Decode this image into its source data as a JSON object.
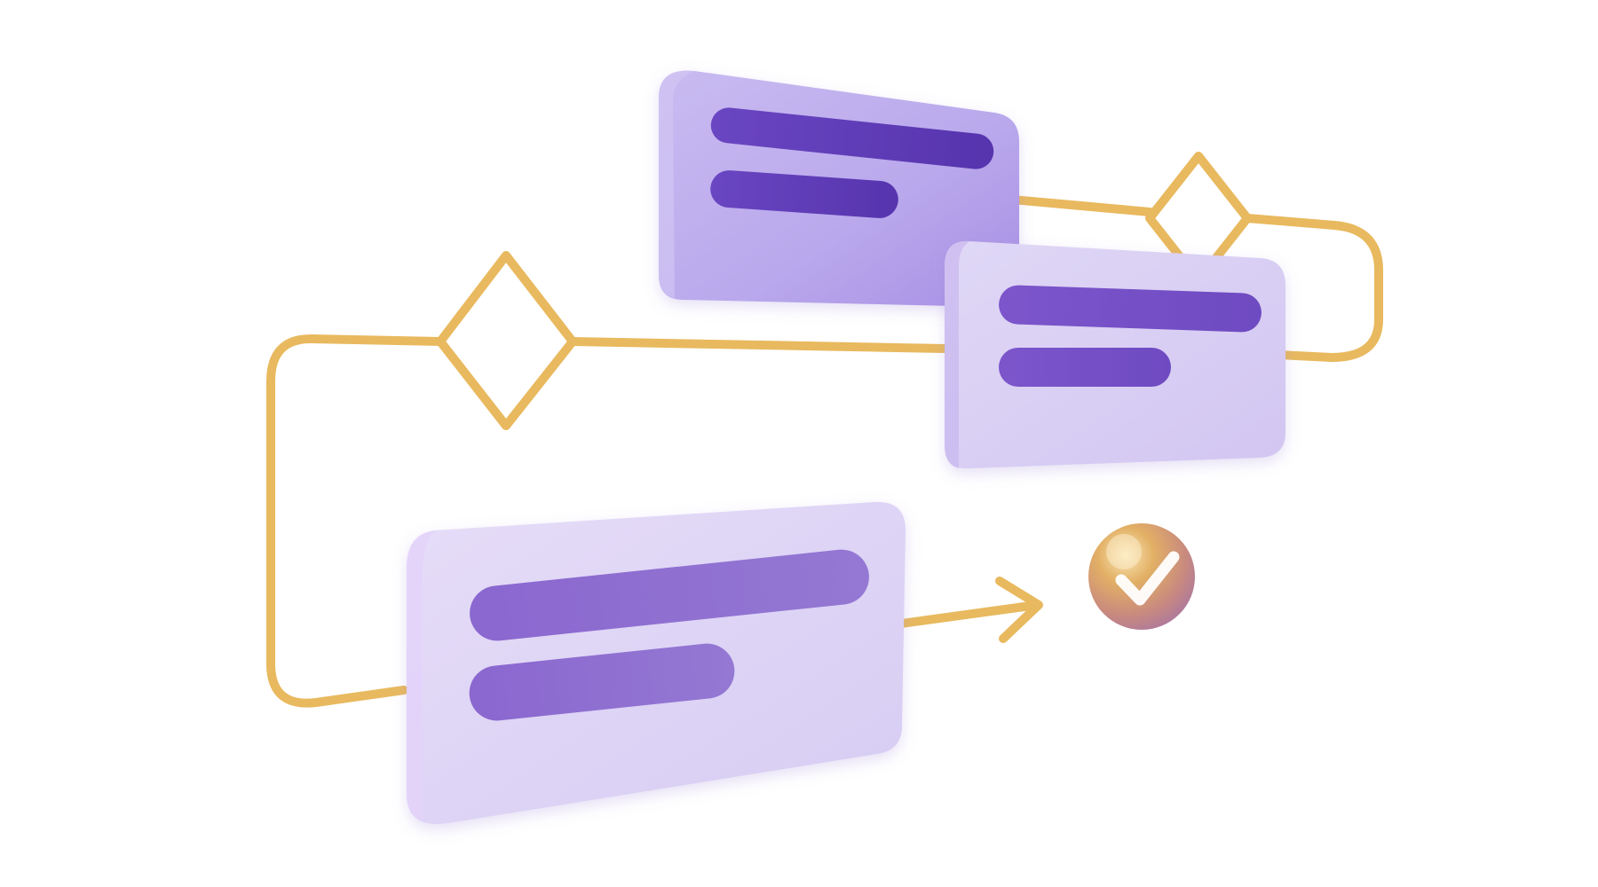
{
  "diagram": {
    "kind": "flowchart-illustration",
    "colors": {
      "background": "#ffffff",
      "connector": "#E8B95E",
      "card_light": "#DCD2F3",
      "card_mid": "#C7B8EE",
      "card_edge": "#BBA6EC",
      "bar_dark": "#5E3CB8",
      "bar_mid": "#7A55C8",
      "bar_soft": "#8C6DCF",
      "badge_gold": "#D9A24A",
      "badge_rose": "#C98A7E",
      "check_white": "#FFFFFF"
    },
    "nodes": [
      {
        "id": "process-card-top",
        "shape": "rounded-card",
        "content_bars": 2
      },
      {
        "id": "process-card-middle",
        "shape": "rounded-card",
        "content_bars": 2
      },
      {
        "id": "process-card-bottom",
        "shape": "rounded-card",
        "content_bars": 2
      },
      {
        "id": "decision-left",
        "shape": "diamond"
      },
      {
        "id": "decision-right",
        "shape": "diamond"
      },
      {
        "id": "end-check",
        "shape": "circle-badge",
        "icon": "check-icon"
      }
    ],
    "edges": [
      {
        "from": "process-card-top",
        "to": "decision-right"
      },
      {
        "from": "decision-right",
        "to": "process-card-middle"
      },
      {
        "from": "decision-left",
        "to": "process-card-middle"
      },
      {
        "from": "decision-left",
        "to": "process-card-bottom"
      },
      {
        "from": "process-card-bottom",
        "to": "end-check",
        "arrow": true
      }
    ]
  }
}
